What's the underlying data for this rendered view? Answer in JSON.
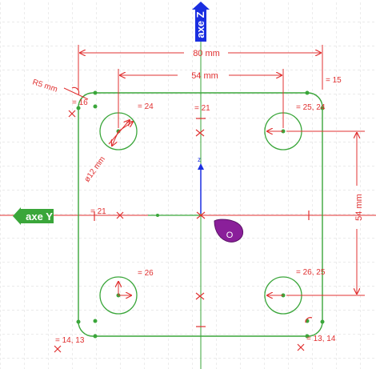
{
  "axes": {
    "z_label": "axe Z",
    "y_label": "axe Y",
    "z_small": "z",
    "origin_label": "O"
  },
  "dimensions": {
    "width": "80 mm",
    "hole_spacing_x": "54 mm",
    "hole_spacing_y": "54 mm",
    "corner_radius": "R5 mm",
    "hole_diameter": "ø12 mm"
  },
  "constraints": {
    "c15": "= 15",
    "c24": "= 24",
    "c21_top": "= 21",
    "c25_24": "= 25, 24",
    "c21_left": "= 21",
    "c26": "= 26",
    "c26_25": "= 26, 25",
    "c14_13": "= 14, 13",
    "c13_14": "= 13, 14",
    "c16": "= 16"
  },
  "colors": {
    "dimension": "#e03030",
    "geometry": "#3aa63a",
    "z_axis": "#1a2ee0",
    "y_axis": "#3aa63a",
    "origin": "#8a1f9a",
    "grid": "#c9c9c9"
  }
}
